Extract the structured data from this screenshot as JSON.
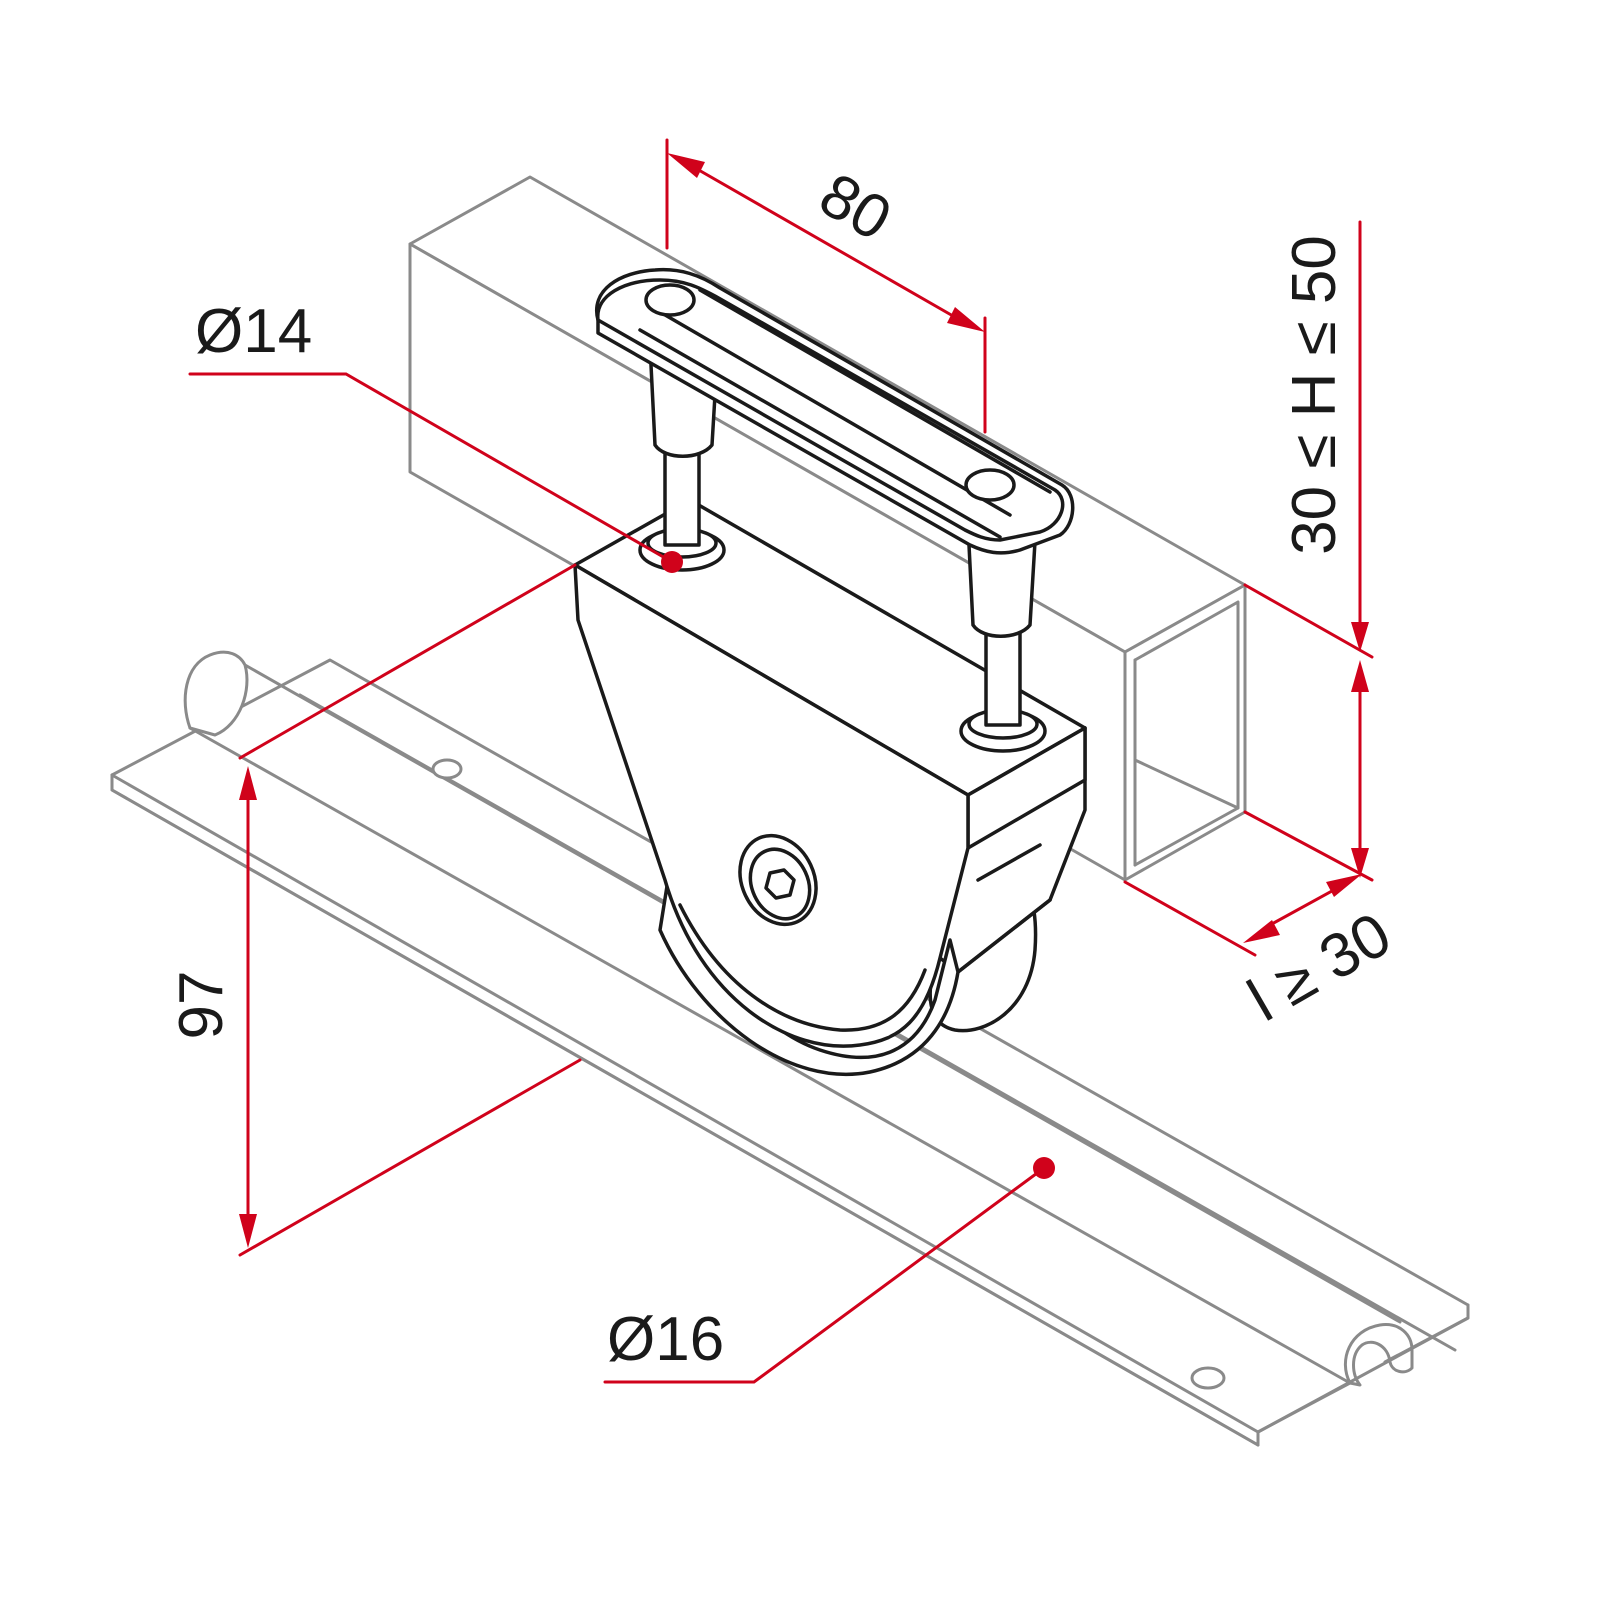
{
  "dimensions": {
    "pin_spacing": "80",
    "wheel_diameter": "Ø14",
    "rail_diameter": "Ø16",
    "height": "97",
    "profile_height": "30 ≤ H ≤ 50",
    "profile_width": "l ≥ 30"
  },
  "colors": {
    "dimension_lines": "#d0021b",
    "part_outline": "#1a1a1a",
    "context_outline": "#8a8a8a"
  }
}
